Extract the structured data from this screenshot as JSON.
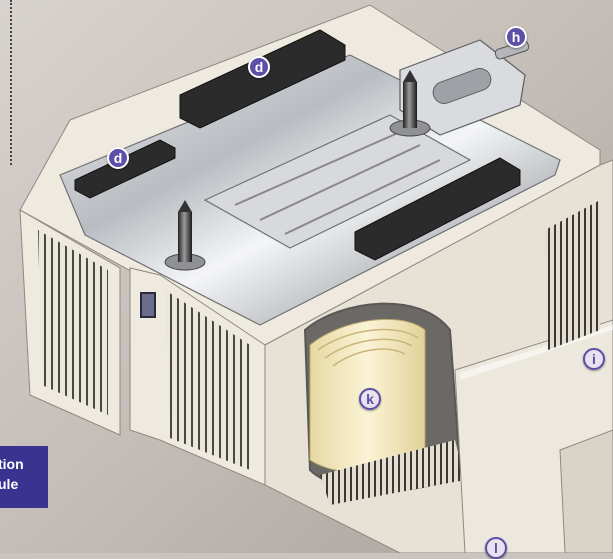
{
  "callouts": {
    "d_top": "d",
    "d_left": "d",
    "h": "h",
    "i": "i",
    "k": "k",
    "l": "l"
  },
  "label_box": {
    "line1": "tion",
    "line2": "ule"
  },
  "colors": {
    "callout_fill": "#5b4fa8",
    "label_box": "#3a3490",
    "housing": "#ede8dd",
    "metal": "#c8c9cc",
    "coil": "#f3e6b8"
  }
}
